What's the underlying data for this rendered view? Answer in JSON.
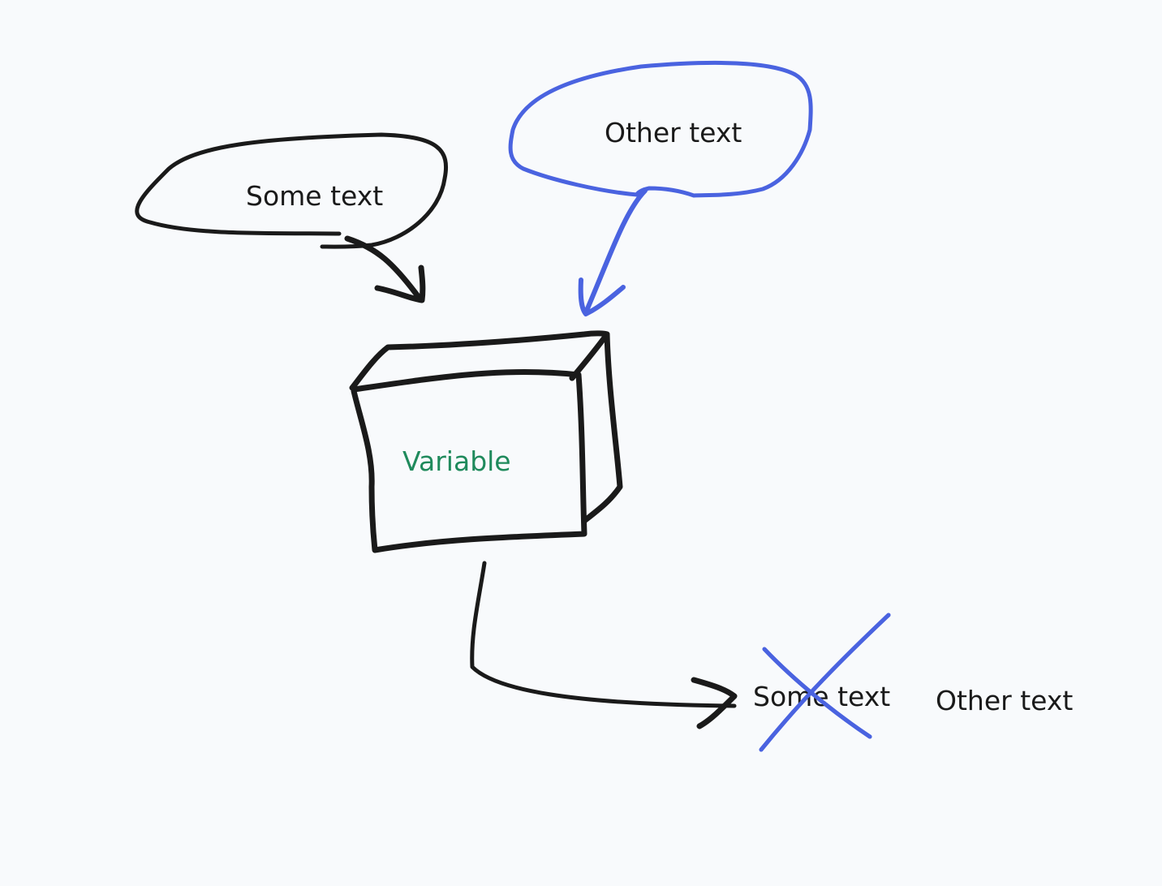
{
  "colors": {
    "ink": "#1a1a1a",
    "blue": "#4a63e0",
    "variable_green": "#1f8a5c",
    "background": "#f8fafc"
  },
  "bubble_left": {
    "text": "Some text"
  },
  "bubble_right": {
    "text": "Other text"
  },
  "box": {
    "text": "Variable"
  },
  "result": {
    "crossed_text": "Some text",
    "replacement_text": "Other text"
  }
}
